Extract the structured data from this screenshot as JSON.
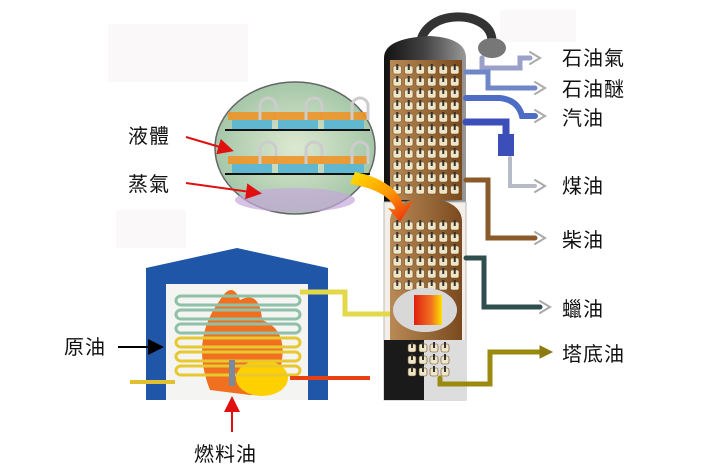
{
  "title": "原油分餾流程示意圖",
  "products": [
    {
      "id": "petroleum-gas",
      "label": "石油氣",
      "pipe_color": "#9aa0c8"
    },
    {
      "id": "petroleum-ether",
      "label": "石油醚",
      "pipe_color": "#6f86c9"
    },
    {
      "id": "gasoline",
      "label": "汽油",
      "pipe_color": "#4d6cc4"
    },
    {
      "id": "kerosene",
      "label": "煤油",
      "pipe_color": "#3c4fb8"
    },
    {
      "id": "diesel",
      "label": "柴油",
      "pipe_color": "#8a5a2a"
    },
    {
      "id": "wax-oil",
      "label": "蠟油",
      "pipe_color": "#2f4f4f"
    },
    {
      "id": "residue",
      "label": "塔底油",
      "pipe_color": "#9a8a10"
    }
  ],
  "inset": {
    "liquid_label": "液體",
    "vapor_label": "蒸氣"
  },
  "furnace": {
    "crude_label": "原油",
    "fuel_label": "燃料油"
  },
  "colors": {
    "furnace_wall": "#1f56a8",
    "column_shell": "#3a3a3a",
    "column_interior": "#8b5a2b",
    "flame_orange": "#f07020",
    "flame_yellow": "#ffd800",
    "annotation_red": "#e01010",
    "annotation_black": "#000000"
  }
}
